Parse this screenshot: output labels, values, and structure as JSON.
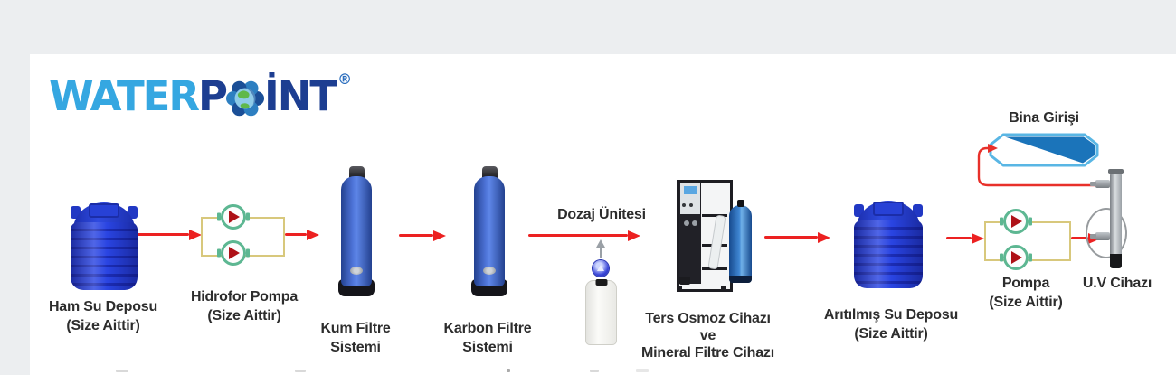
{
  "logo": {
    "water": "WATER",
    "p": "P",
    "int": "İNT",
    "reg": "®"
  },
  "labels": {
    "ham": {
      "l1": "Ham Su Deposu",
      "l2": "(Size Aittir)"
    },
    "hidrofor": {
      "l1": "Hidrofor Pompa",
      "l2": "(Size Aittir)"
    },
    "kum": {
      "l1": "Kum Filtre",
      "l2": "Sistemi"
    },
    "karbon": {
      "l1": "Karbon Filtre",
      "l2": "Sistemi"
    },
    "dozaj": {
      "l1": "Dozaj Ünitesi"
    },
    "tersosmoz": {
      "l1": "Ters Osmoz Cihazı",
      "l2": "ve",
      "l3": "Mineral Filtre Cihazı"
    },
    "aritilmis": {
      "l1": "Arıtılmış Su Deposu",
      "l2": "(Size Aittir)"
    },
    "pompa": {
      "l1": "Pompa",
      "l2": "(Size Aittir)"
    },
    "uv": {
      "l1": "U.V Cihazı"
    },
    "bina": {
      "l1": "Bina Girişi"
    }
  },
  "diagram": {
    "flow_order": [
      "ham_su_deposu",
      "hidrofor_pompa",
      "kum_filtre",
      "karbon_filtre",
      "dozaj_unitesi",
      "ters_osmoz_ve_mineral_filtre",
      "aritilmis_su_deposu",
      "pompa",
      "uv_cihazi",
      "bina_girisi"
    ],
    "icons": {
      "logo_globe": "globe-icon",
      "pumps": "pump-icon",
      "flow": "flow-arrow-icon",
      "injection": "injection-arrow-icon"
    },
    "colors": {
      "background": "#eceef0",
      "panel": "#ffffff",
      "arrow_red": "#ec2121",
      "loop_khaki": "#d8c87c",
      "pump_ring_green": "#5db792",
      "pump_triangle_red": "#ae1117",
      "tank_blue": "#2944e2",
      "filter_blue": "#4e74d8",
      "logo_light_blue": "#35a7e1",
      "logo_dark_blue": "#1d3e91",
      "bina_outline_blue": "#59b6e4",
      "bina_fill_blue": "#1b74ba"
    }
  }
}
